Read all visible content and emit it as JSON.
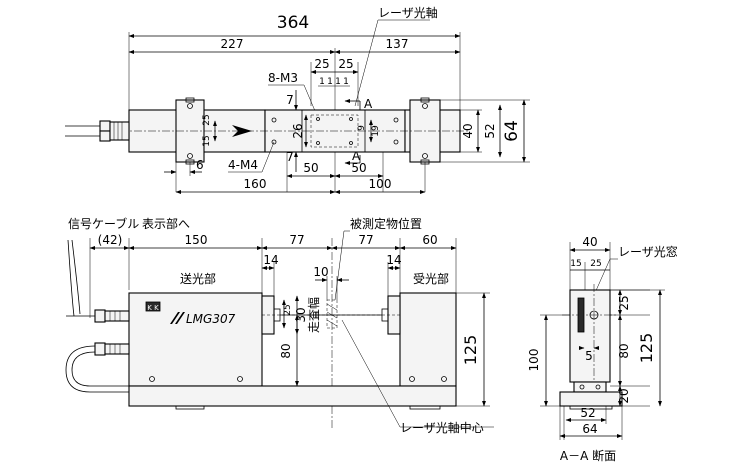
{
  "top_view": {
    "dims": {
      "overall": "364",
      "left": "227",
      "right": "137",
      "c25a": "25",
      "c25b": "25",
      "small1": "1",
      "small2": "1",
      "small3": "1",
      "small4": "1",
      "v7a": "7",
      "v7b": "7",
      "v26": "26",
      "v9": "9",
      "v19": "19",
      "v15": "15",
      "v25": "25",
      "r40": "40",
      "r52": "52",
      "r64": "64",
      "b6": "6",
      "b160": "160",
      "b50a": "50",
      "b50b": "50",
      "b100": "100"
    },
    "labels": {
      "laser_axis": "レーザ光軸",
      "m3": "8-M3",
      "m4": "4-M4",
      "sec_a_top": "A",
      "sec_a_bottom": "A"
    }
  },
  "front_view": {
    "dims": {
      "cable": "(42)",
      "d150": "150",
      "d77a": "77",
      "d77b": "77",
      "d60": "60",
      "d14a": "14",
      "d14b": "14",
      "d10": "10",
      "d25": "25",
      "d30": "30",
      "d80": "80",
      "d125": "125"
    },
    "labels": {
      "cable": "信号ケーブル",
      "display": "表示部へ",
      "object_pos": "被測定物位置",
      "emitter": "送光部",
      "receiver": "受光部",
      "scan_width": "走査幅",
      "laser_center": "レーザ光軸中心",
      "logo": "LMG307",
      "badge": "K K"
    }
  },
  "section_view": {
    "dims": {
      "w40": "40",
      "w15": "15",
      "w25": "25",
      "r25": "25",
      "h5": "5",
      "h80": "80",
      "h125": "125",
      "h20": "20",
      "h100": "100",
      "b52": "52",
      "b64": "64"
    },
    "labels": {
      "window": "レーザ光窓",
      "caption": "A－A 断面"
    }
  }
}
